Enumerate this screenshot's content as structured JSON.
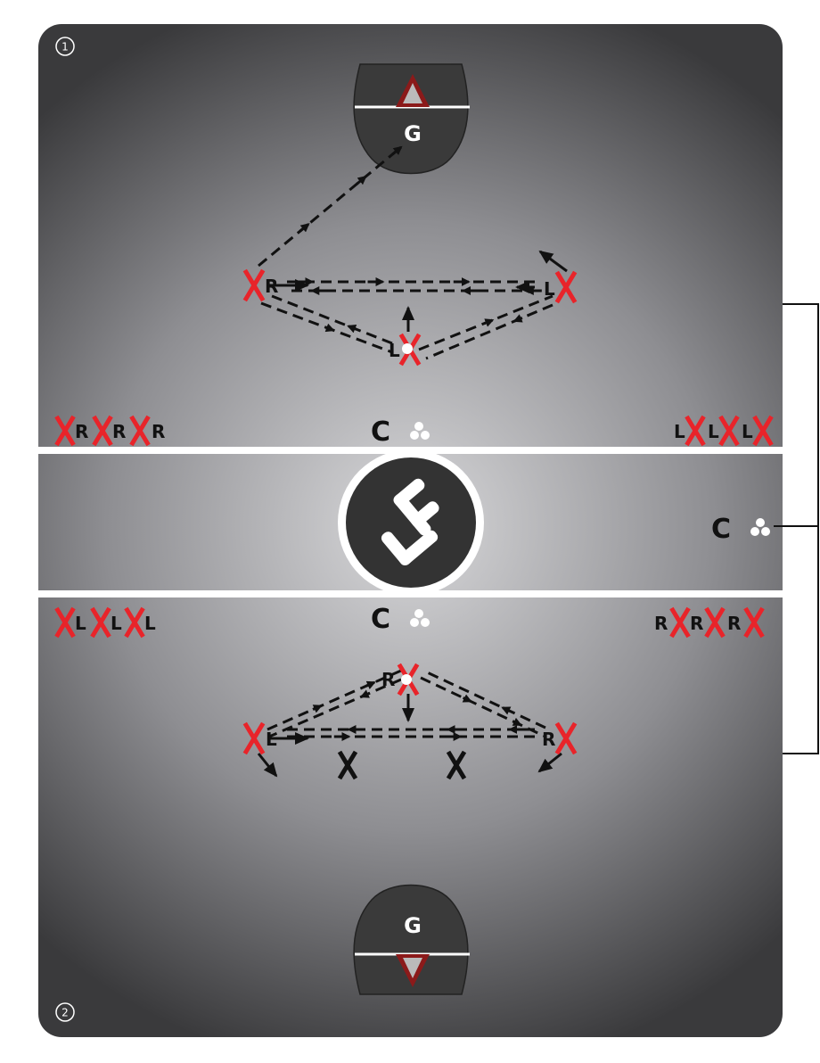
{
  "field": {
    "top_number": "1",
    "bottom_number": "2"
  },
  "goals": {
    "top_label": "G",
    "bottom_label": "G"
  },
  "top_drill": {
    "left_player": "R",
    "right_player": "L",
    "center_player": "L"
  },
  "bottom_drill": {
    "left_player": "L",
    "right_player": "R",
    "center_player": "R"
  },
  "lines": {
    "top_left": [
      "R",
      "R",
      "R"
    ],
    "top_right": [
      "L",
      "L",
      "L"
    ],
    "bottom_left": [
      "L",
      "L",
      "L"
    ],
    "bottom_right": [
      "R",
      "R",
      "R"
    ]
  },
  "coach": {
    "label": "C"
  },
  "colors": {
    "player_x": "#e8242a",
    "field_light": "#d6d6d8",
    "field_dark": "#3c3c3e",
    "crease": "#3a3a3a",
    "goal_red": "#8b1a1a"
  }
}
